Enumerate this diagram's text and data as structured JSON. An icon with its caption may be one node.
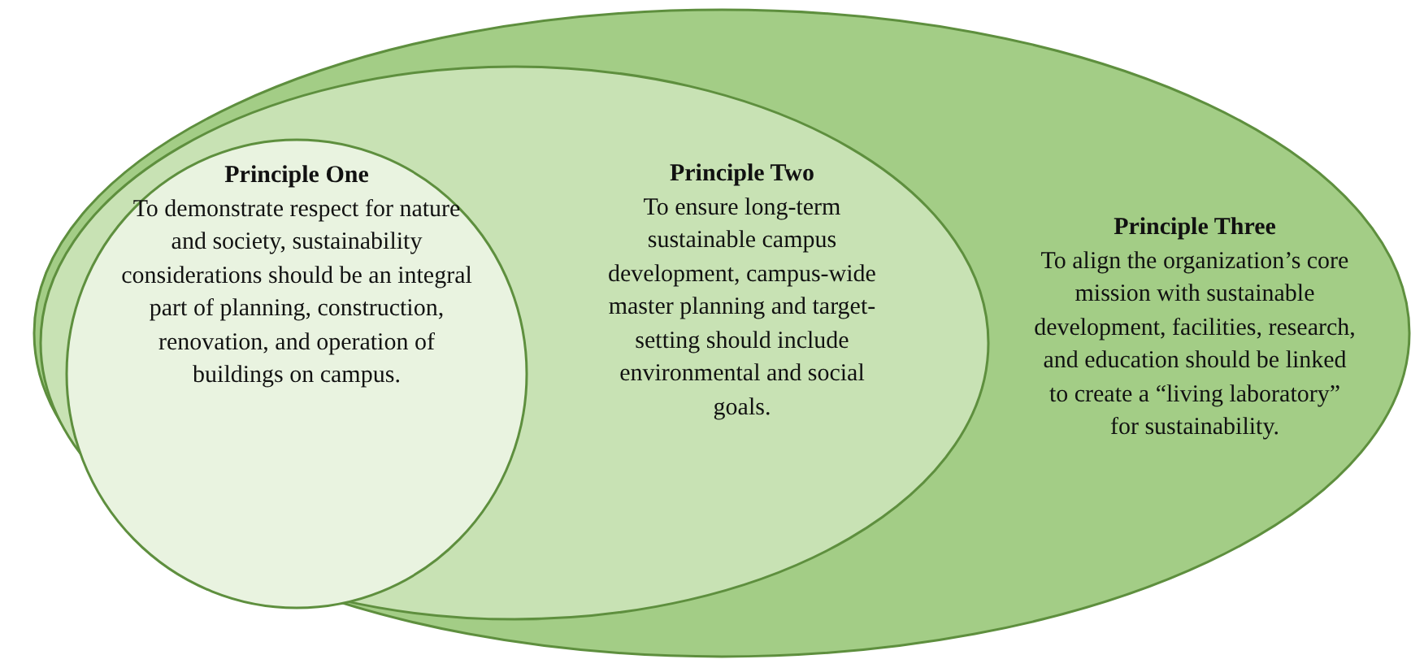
{
  "diagram": {
    "nodes": [
      {
        "text": [
          "Principle Three",
          "To align the organization’s core mission with sustainable development, facilities, research, and education should be linked to create a “living laboratory” for sustainability."
        ]
      },
      {
        "text": [
          "Principle Two",
          "To ensure long-term sustainable campus development, campus-wide master planning and target-setting should include environmental and social goals."
        ],
        "in": 0
      },
      {
        "text": [
          "Principle One",
          "To demonstrate respect for nature and society, sustainability considerations should be an integral part of planning, construction, renovation, and operation of buildings on campus."
        ],
        "in": 1
      }
    ]
  }
}
